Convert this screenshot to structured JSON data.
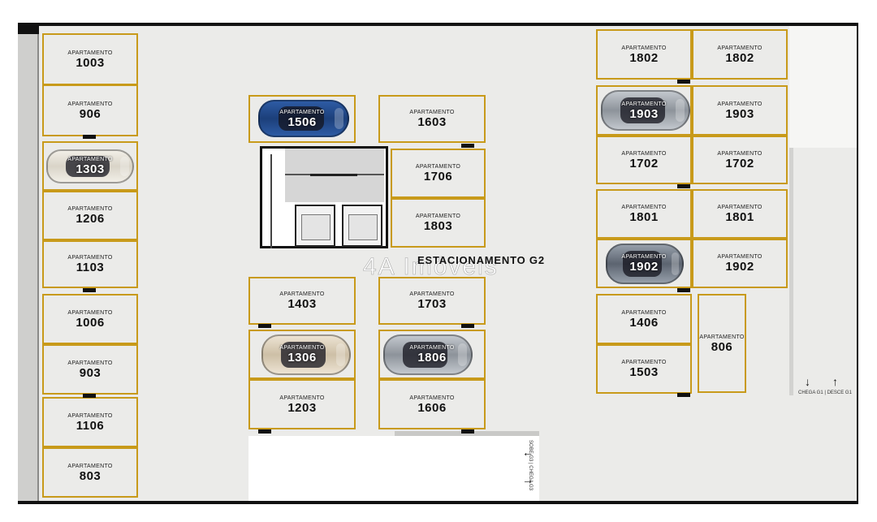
{
  "floor": {
    "title": "ESTACIONAMENTO G2",
    "watermark": "4A Imóveis"
  },
  "label_word": "APARTAMENTO",
  "spots": [
    {
      "num": "1003"
    },
    {
      "num": "906"
    },
    {
      "num": "1303",
      "car": "white"
    },
    {
      "num": "1206"
    },
    {
      "num": "1103"
    },
    {
      "num": "1006"
    },
    {
      "num": "903"
    },
    {
      "num": "1106"
    },
    {
      "num": "803"
    },
    {
      "num": "1506",
      "car": "blue"
    },
    {
      "num": "1603"
    },
    {
      "num": "1706"
    },
    {
      "num": "1803"
    },
    {
      "num": "1403"
    },
    {
      "num": "1703"
    },
    {
      "num": "1306",
      "car": "beige"
    },
    {
      "num": "1806",
      "car": "silver"
    },
    {
      "num": "1203"
    },
    {
      "num": "1606"
    },
    {
      "num": "1802"
    },
    {
      "num": "1802"
    },
    {
      "num": "1903",
      "car": "silver"
    },
    {
      "num": "1903"
    },
    {
      "num": "1702"
    },
    {
      "num": "1702"
    },
    {
      "num": "1801"
    },
    {
      "num": "1801"
    },
    {
      "num": "1902",
      "car": "grey"
    },
    {
      "num": "1902"
    },
    {
      "num": "1406"
    },
    {
      "num": "1503"
    },
    {
      "num": "806"
    }
  ],
  "arrows": {
    "bottom_up_symbol": "←",
    "bottom_down_symbol": "→",
    "bottom_text": "SOBE G3 | CHEGA G3",
    "right_down_symbol": "↓",
    "right_up_symbol": "↑",
    "right_text": "CHEGA G1 | DESCE G1"
  }
}
